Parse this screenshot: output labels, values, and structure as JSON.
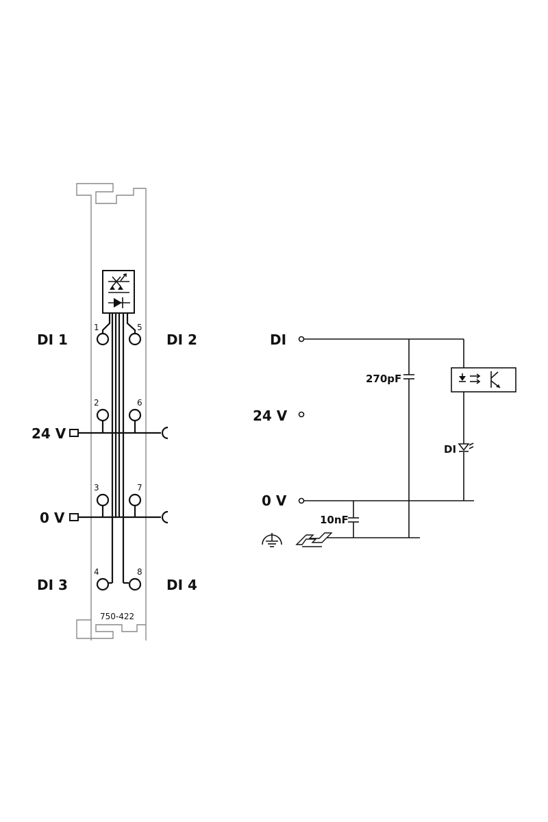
{
  "module": {
    "part_number": "750-422",
    "channels": {
      "di1": "DI 1",
      "di2": "DI 2",
      "di3": "DI 3",
      "di4": "DI 4"
    },
    "supply": {
      "plus": "24 V",
      "zero": "0 V"
    },
    "terminals": [
      "1",
      "2",
      "3",
      "4",
      "5",
      "6",
      "7",
      "8"
    ]
  },
  "circuit": {
    "input": "DI",
    "supply": "24 V",
    "zero": "0 V",
    "capacitor_input": "270pF",
    "capacitor_ground": "10nF",
    "led": "DI"
  }
}
